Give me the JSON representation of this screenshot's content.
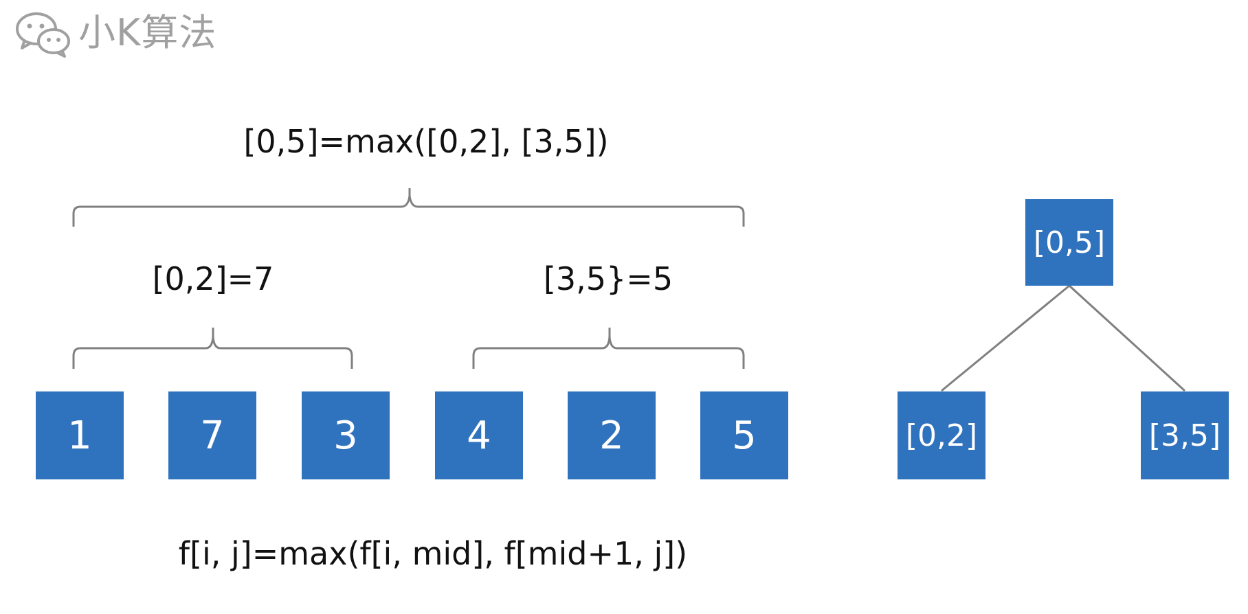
{
  "watermark": {
    "icon": "wechat-icon",
    "text": "小K算法"
  },
  "formulas": {
    "top": "[0,5]=max([0,2], [3,5])",
    "left": "[0,2]=7",
    "right": "[3,5}=5",
    "bottom": "f[i, j]=max(f[i, mid], f[mid+1, j])"
  },
  "array": [
    "1",
    "7",
    "3",
    "4",
    "2",
    "5"
  ],
  "tree": {
    "root": "[0,5]",
    "left": "[0,2]",
    "right": "[3,5]"
  },
  "colors": {
    "box_fill": "#2f72bd",
    "box_text": "#ffffff",
    "bracket": "#808080",
    "watermark": "#a0a0a0"
  }
}
